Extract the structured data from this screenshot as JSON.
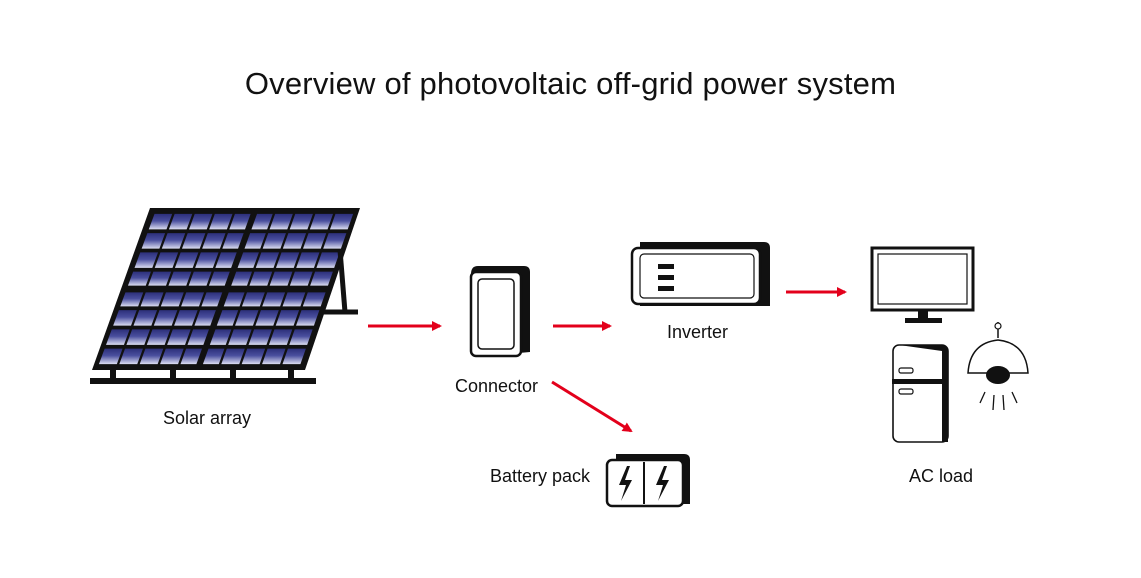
{
  "title": "Overview of photovoltaic off-grid power system",
  "nodes": {
    "solar_array": "Solar array",
    "connector": "Connector",
    "inverter": "Inverter",
    "battery_pack": "Battery pack",
    "ac_load": "AC load"
  },
  "colors": {
    "arrow": "#e3001b",
    "outline": "#111111",
    "panel_cell": "#3b3f8f",
    "panel_highlight": "#d8daf0"
  },
  "icons": {
    "solar_array": "solar-panel-icon",
    "connector": "connector-box-icon",
    "inverter": "inverter-icon",
    "battery_pack": "battery-icon",
    "ac_load": [
      "monitor-icon",
      "refrigerator-icon",
      "lamp-icon"
    ]
  }
}
